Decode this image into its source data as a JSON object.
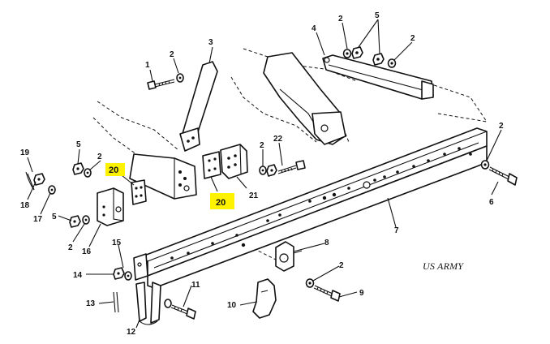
{
  "credit": "US ARMY",
  "callouts": {
    "c1": "1",
    "c2a": "2",
    "c3": "3",
    "c4": "4",
    "c2b": "2",
    "c5a": "5",
    "c2c": "2",
    "c19": "19",
    "c18": "18",
    "c17": "17",
    "c5b": "5",
    "c2d": "2",
    "c20a": "20",
    "c2e": "2",
    "c22": "22",
    "c21": "21",
    "c20b": "20",
    "c2f": "2",
    "c6": "6",
    "c5c": "5",
    "c2g": "2",
    "c16": "16",
    "c7": "7",
    "c8": "8",
    "c15": "15",
    "c14": "14",
    "c13": "13",
    "c11": "11",
    "c12": "12",
    "c10": "10",
    "c2h": "2",
    "c9": "9"
  },
  "highlight_color": "#fff200"
}
